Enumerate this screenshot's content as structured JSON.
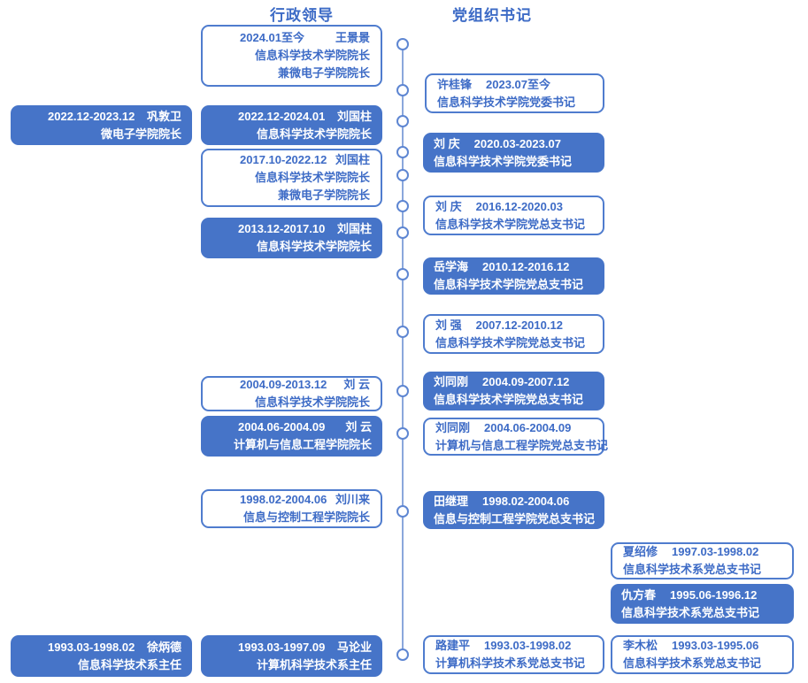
{
  "palette": {
    "accent_fill": "#4674c8",
    "accent_border": "#4f7cce",
    "accent_text": "#3d6bc6",
    "timeline_line": "#8aa7dc",
    "card_text_on_fill": "#ffffff"
  },
  "headers": {
    "admin": "行政领导",
    "party": "党组织书记"
  },
  "admin_cards": [
    {
      "date": "2024.01至今",
      "name": "王景景",
      "title": "信息科学技术学院院长",
      "title2": "兼微电子学院院长"
    },
    {
      "date": "2022.12-2023.12",
      "name": "巩敦卫",
      "title": "微电子学院院长"
    },
    {
      "date": "2022.12-2024.01",
      "name": "刘国柱",
      "title": "信息科学技术学院院长"
    },
    {
      "date": "2017.10-2022.12",
      "name": "刘国柱",
      "title": "信息科学技术学院院长",
      "title2": "兼微电子学院院长"
    },
    {
      "date": "2013.12-2017.10",
      "name": "刘国柱",
      "title": "信息科学技术学院院长"
    },
    {
      "date": "2004.09-2013.12",
      "name": "刘 云",
      "title": "信息科学技术学院院长"
    },
    {
      "date": "2004.06-2004.09",
      "name": "刘 云",
      "title": "计算机与信息工程学院院长"
    },
    {
      "date": "1998.02-2004.06",
      "name": "刘川来",
      "title": "信息与控制工程学院院长"
    },
    {
      "date": "1993.03-1998.02",
      "name": "徐炳德",
      "title": "信息科学技术系主任"
    },
    {
      "date": "1993.03-1997.09",
      "name": "马论业",
      "title": "计算机科学技术系主任"
    }
  ],
  "party_cards": [
    {
      "name": "许桂锋",
      "date": "2023.07至今",
      "title": "信息科学技术学院党委书记"
    },
    {
      "name": "刘 庆",
      "date": "2020.03-2023.07",
      "title": "信息科学技术学院党委书记"
    },
    {
      "name": "刘 庆",
      "date": "2016.12-2020.03",
      "title": "信息科学技术学院党总支书记"
    },
    {
      "name": "岳学海",
      "date": "2010.12-2016.12",
      "title": "信息科学技术学院党总支书记"
    },
    {
      "name": "刘 强",
      "date": "2007.12-2010.12",
      "title": "信息科学技术学院党总支书记"
    },
    {
      "name": "刘同刚",
      "date": "2004.09-2007.12",
      "title": "信息科学技术学院党总支书记"
    },
    {
      "name": "刘同刚",
      "date": "2004.06-2004.09",
      "title": "计算机与信息工程学院党总支书记"
    },
    {
      "name": "田继理",
      "date": "1998.02-2004.06",
      "title": "信息与控制工程学院党总支书记"
    },
    {
      "name": "夏绍修",
      "date": "1997.03-1998.02",
      "title": "信息科学技术系党总支书记"
    },
    {
      "name": "仇方春",
      "date": "1995.06-1996.12",
      "title": "信息科学技术系党总支书记"
    },
    {
      "name": "路建平",
      "date": "1993.03-1998.02",
      "title": "计算机科学技术系党总支书记"
    },
    {
      "name": "李木松",
      "date": "1993.03-1995.06",
      "title": "信息科学技术系党总支书记"
    }
  ]
}
